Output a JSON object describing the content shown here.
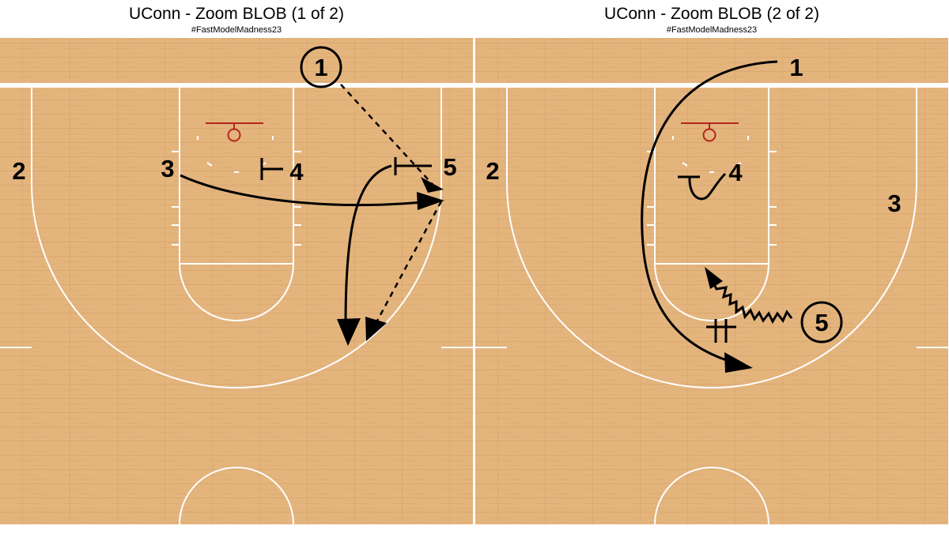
{
  "colors": {
    "wood": "#e4b47d",
    "wood_dark": "#d39f65",
    "lines": "#ffffff",
    "rim": "#b3261e",
    "ink": "#000000"
  },
  "diagrams": [
    {
      "title": "UConn - Zoom BLOB (1 of 2)",
      "hashtag": "#FastModelMadness23",
      "players": {
        "p1": "1",
        "p2": "2",
        "p3": "3",
        "p4": "4",
        "p5": "5"
      }
    },
    {
      "title": "UConn - Zoom BLOB (2 of 2)",
      "hashtag": "#FastModelMadness23",
      "players": {
        "p1": "1",
        "p2": "2",
        "p3": "3",
        "p4": "4",
        "p5": "5"
      }
    }
  ]
}
